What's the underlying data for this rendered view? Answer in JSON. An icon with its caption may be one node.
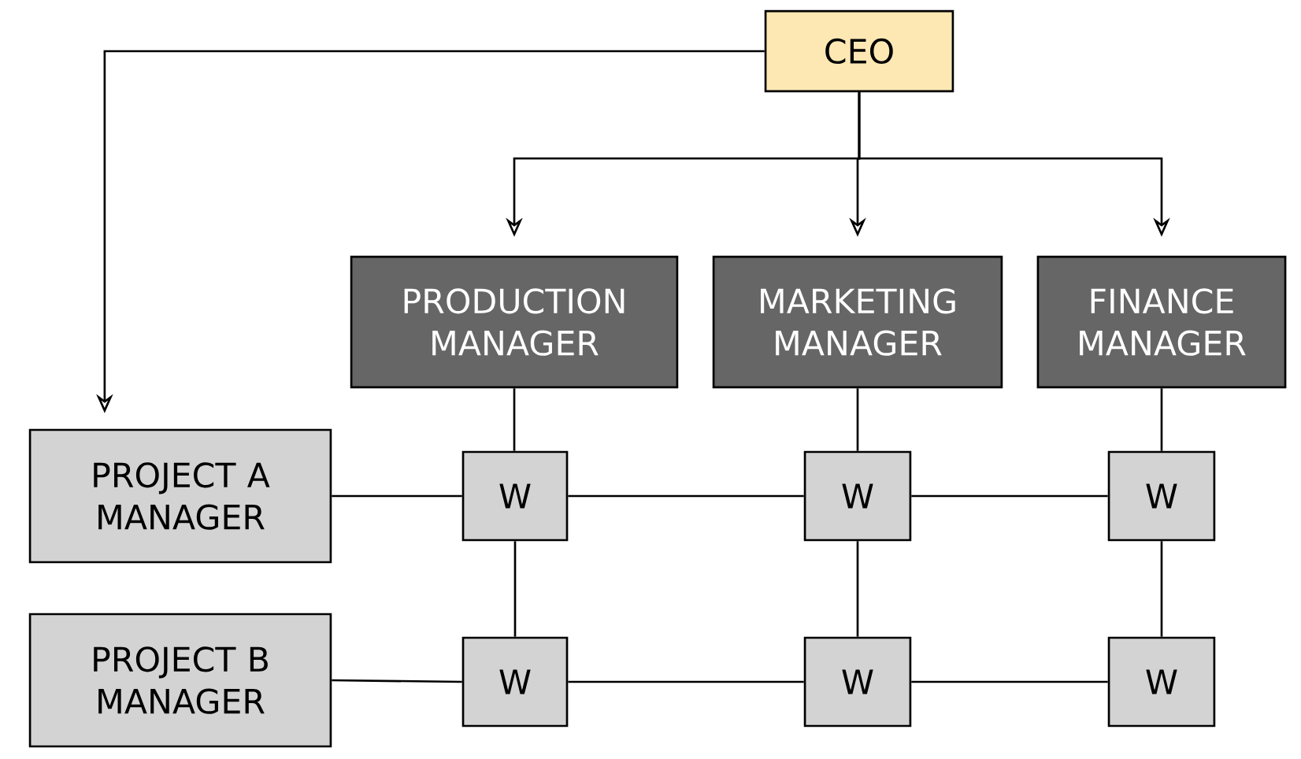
{
  "diagram": {
    "nodes": [
      {
        "text": [
          "CEO"
        ]
      },
      {
        "text": [
          "PRODUCTION MANAGER"
        ]
      },
      {
        "text": [
          "MARKETING MANAGER"
        ]
      },
      {
        "text": [
          "FINANCE MANAGER"
        ]
      },
      {
        "text": [
          "PROJECT A MANAGER"
        ]
      },
      {
        "text": [
          "W"
        ]
      },
      {
        "text": [
          "W"
        ]
      },
      {
        "text": [
          "W"
        ]
      },
      {
        "text": [
          "PROJECT B MANAGER"
        ]
      },
      {
        "text": [
          "W"
        ]
      },
      {
        "text": [
          "W"
        ]
      },
      {
        "text": [
          "W"
        ]
      }
    ],
    "edges": [
      {
        "from": 0,
        "to": 4,
        "arrow": "to"
      },
      {
        "from": 0,
        "to": 1,
        "arrow": "to"
      },
      {
        "from": 0,
        "to": 2,
        "arrow": "to"
      },
      {
        "from": 0,
        "to": 3,
        "arrow": "to"
      },
      {
        "from": 1,
        "to": 5,
        "arrow": "none"
      },
      {
        "from": 2,
        "to": 6,
        "arrow": "none"
      },
      {
        "from": 3,
        "to": 7,
        "arrow": "none"
      },
      {
        "from": 4,
        "to": 5,
        "arrow": "none"
      },
      {
        "from": 5,
        "to": 6,
        "arrow": "none"
      },
      {
        "from": 6,
        "to": 7,
        "arrow": "none"
      },
      {
        "from": 5,
        "to": 9,
        "arrow": "none"
      },
      {
        "from": 6,
        "to": 10,
        "arrow": "none"
      },
      {
        "from": 7,
        "to": 11,
        "arrow": "none"
      },
      {
        "from": 8,
        "to": 9,
        "arrow": "none"
      },
      {
        "from": 9,
        "to": 10,
        "arrow": "none"
      },
      {
        "from": 10,
        "to": 11,
        "arrow": "none"
      }
    ]
  }
}
